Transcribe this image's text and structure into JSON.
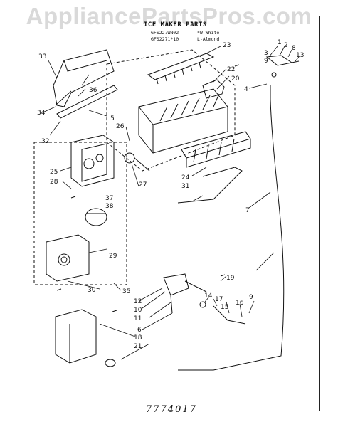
{
  "watermark": "AppliancePartsPros.com",
  "header": {
    "title": "ICE MAKER PARTS",
    "models": [
      "GFS227WN02",
      "GFS2271*10"
    ],
    "color_codes": [
      "*W-White",
      "L-Almond"
    ]
  },
  "signature": "7774017",
  "callouts": [
    "1",
    "2",
    "3",
    "4",
    "5",
    "6",
    "7",
    "8",
    "9",
    "10",
    "11",
    "12",
    "13",
    "14",
    "15",
    "16",
    "17",
    "18",
    "19",
    "20",
    "21",
    "22",
    "23",
    "24",
    "25",
    "26",
    "27",
    "28",
    "29",
    "30",
    "31",
    "32",
    "33",
    "34",
    "35",
    "36",
    "37",
    "38"
  ]
}
